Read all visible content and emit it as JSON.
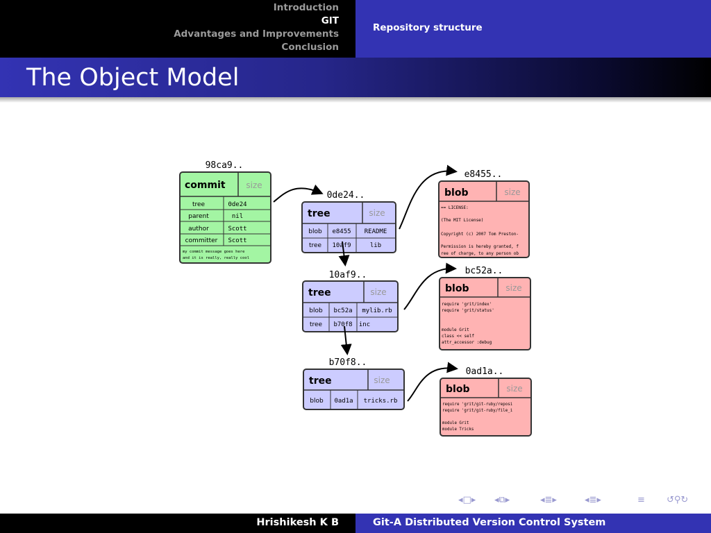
{
  "header": {
    "sections": [
      "Introduction",
      "GIT",
      "Advantages and Improvements",
      "Conclusion"
    ],
    "active_section": "GIT",
    "subsection": "Repository structure"
  },
  "slide": {
    "title": "The Object Model"
  },
  "diagram": {
    "commit": {
      "hash": "98ca9..",
      "type": "commit",
      "size": "size",
      "rows": [
        [
          "tree",
          "0de24"
        ],
        [
          "parent",
          "nil"
        ],
        [
          "author",
          "Scott"
        ],
        [
          "committer",
          "Scott"
        ]
      ],
      "message": [
        "my commit message goes here",
        "and it is really, really cool"
      ]
    },
    "tree1": {
      "hash": "0de24..",
      "type": "tree",
      "size": "size",
      "rows": [
        [
          "blob",
          "e8455",
          "README"
        ],
        [
          "tree",
          "10af9",
          "lib"
        ]
      ]
    },
    "tree2": {
      "hash": "10af9..",
      "type": "tree",
      "size": "size",
      "rows": [
        [
          "blob",
          "bc52a",
          "mylib.rb"
        ],
        [
          "tree",
          "b70f8",
          "inc"
        ]
      ]
    },
    "tree3": {
      "hash": "b70f8..",
      "type": "tree",
      "size": "size",
      "rows": [
        [
          "blob",
          "0ad1a",
          "tricks.rb"
        ]
      ]
    },
    "blob1": {
      "hash": "e8455..",
      "type": "blob",
      "size": "size",
      "lines": [
        "== LICENSE:",
        "",
        "(The MIT License)",
        "",
        "Copyright (c) 2007 Tom Preston-",
        "",
        "Permission is hereby granted, f",
        "ree of charge, to any person ob"
      ]
    },
    "blob2": {
      "hash": "bc52a..",
      "type": "blob",
      "size": "size",
      "lines": [
        "require 'grit/index'",
        "require 'grit/status'",
        "",
        "",
        "module Grit",
        "  class << self",
        "    attr_accessor :debug"
      ]
    },
    "blob3": {
      "hash": "0ad1a..",
      "type": "blob",
      "size": "size",
      "lines": [
        "require 'grit/git-ruby/reposi",
        "require 'grit/git-ruby/file_i",
        "",
        "module Grit",
        "  module Tricks"
      ]
    },
    "colors": {
      "commit_fill": "#a3f5a3",
      "tree_fill": "#ccccff",
      "blob_fill": "#ffb3b3",
      "size_text": "#999999"
    }
  },
  "footer": {
    "author": "Hrishikesh K B",
    "title": "Git-A Distributed Version Control System"
  },
  "nav_icons": [
    "frame-nav-icon",
    "subsection-nav-icon",
    "section-nav-icon",
    "doc-nav-icon",
    "toc-nav-icon",
    "search-nav-icon"
  ]
}
